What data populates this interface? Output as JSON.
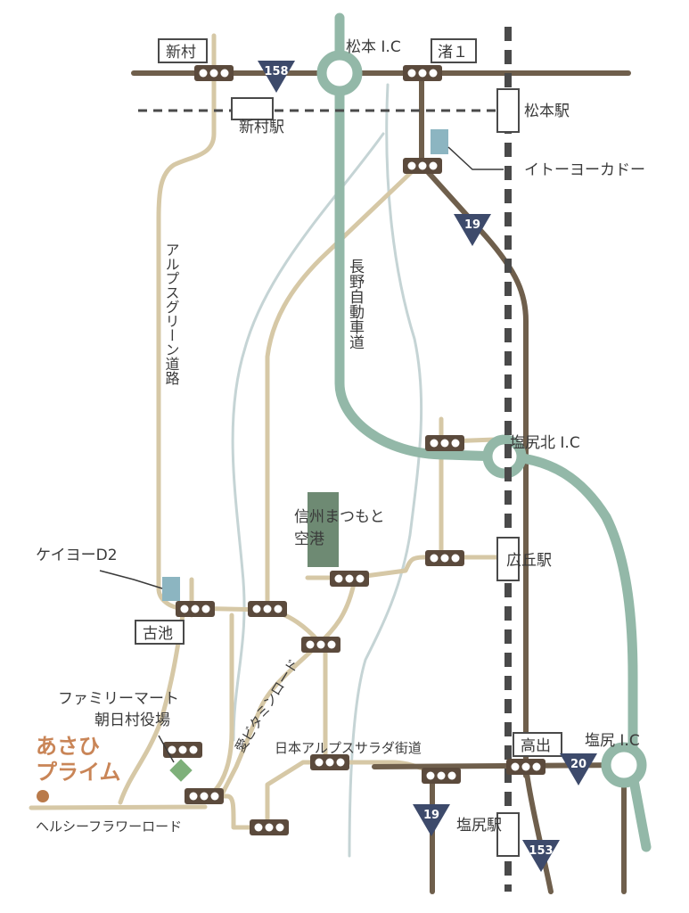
{
  "colors": {
    "major_road": "#6f5f4c",
    "minor_road": "#d6c8a6",
    "expressway": "#93b8a8",
    "river": "#c5d4d5",
    "railway": "#4a4a4a",
    "route_shield": "#3d4a6b",
    "store_marker": "#8cb5c1",
    "airport": "#6e8a73",
    "destination_text": "#c98557",
    "destination_marker": "#b97a4a",
    "convenience_marker": "#7eb07a"
  },
  "labels": {
    "shinmura": "新村",
    "matsumoto_ic": "松本 I.C",
    "nagisa1": "渚１",
    "shinmura_station": "新村駅",
    "matsumoto_station": "松本駅",
    "ito_yokado": "イトーヨーカドー",
    "alps_green_road": "アルプスグリーン道路",
    "nagano_expressway": "長野自動車道",
    "shiojiri_kita_ic": "塩尻北 I.C",
    "shinshu_airport": [
      "信州まつもと",
      "空港"
    ],
    "hirooka_station": "広丘駅",
    "keiyo_d2": "ケイヨーD2",
    "furuike": "古池",
    "ai_vitamin_road": "愛ビタミンロード",
    "family_mart": [
      "ファミリーマート",
      "朝日村役場"
    ],
    "destination": [
      "あさひ",
      "プライム"
    ],
    "nihon_alps_salad": "日本アルプスサラダ街道",
    "takaide": "高出",
    "shiojiri_ic": "塩尻 I.C",
    "healthy_flower_road": "ヘルシーフラワーロード",
    "shiojiri_station": "塩尻駅"
  },
  "routes": {
    "r158": "158",
    "r19_north": "19",
    "r20": "20",
    "r19_south": "19",
    "r153": "153"
  },
  "icons": [
    "traffic-signal-icon",
    "route-shield-icon",
    "interchange-icon",
    "store-marker-icon",
    "destination-dot-icon",
    "convenience-store-icon"
  ]
}
